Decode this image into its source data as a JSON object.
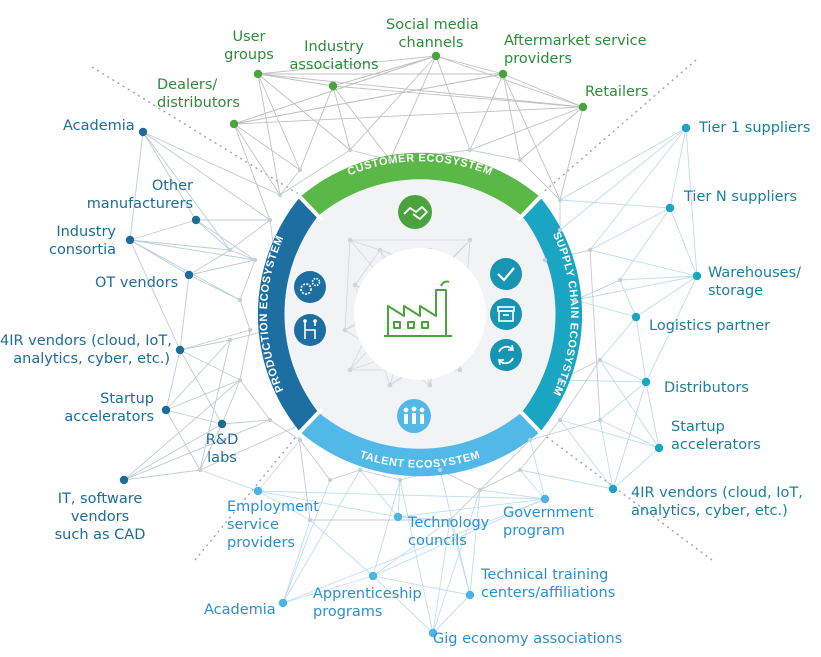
{
  "center": {
    "icon": "factory-icon"
  },
  "ring": {
    "customer": {
      "title": "CUSTOMER ECOSYSTEM",
      "color": "#5ab847",
      "icons": [
        "handshake-icon"
      ]
    },
    "supply": {
      "title": "SUPPLY CHAIN ECOSYSTEM",
      "color": "#1aa6c2",
      "icons": [
        "checkmark-icon",
        "box-icon",
        "refresh-icon"
      ]
    },
    "talent": {
      "title": "TALENT ECOSYSTEM",
      "color": "#52b8e8",
      "icons": [
        "people-icon"
      ]
    },
    "production": {
      "title": "PRODUCTION ECOSYSTEM",
      "color": "#1e6fa1",
      "icons": [
        "gears-icon",
        "circuit-icon"
      ]
    }
  },
  "customer_nodes": [
    "User\ngroups",
    "Industry\nassociations",
    "Social media\nchannels",
    "Aftermarket service\nproviders",
    "Dealers/\ndistributors",
    "Retailers"
  ],
  "production_nodes": [
    "Academia",
    "Other\nmanufacturers",
    "Industry\nconsortia",
    "OT vendors",
    "4IR vendors (cloud, IoT,\nanalytics, cyber, etc.)",
    "Startup\naccelerators",
    "R&D\nlabs",
    "IT, software\nvendors\nsuch as CAD"
  ],
  "supply_nodes": [
    "Tier 1 suppliers",
    "Tier N suppliers",
    "Warehouses/\nstorage",
    "Logistics partner",
    "Distributors",
    "Startup\naccelerators",
    "4IR vendors (cloud, IoT,\nanalytics, cyber, etc.)"
  ],
  "talent_nodes": [
    "Employment\nservice\nproviders",
    "Technology\ncouncils",
    "Government\nprogram",
    "Academia",
    "Apprenticeship\nprograms",
    "Technical training\ncenters/affiliations",
    "Gig economy associations"
  ],
  "colors": {
    "customer": "#4aa33c",
    "production": "#1d6d98",
    "supply": "#1aa6c2",
    "talent": "#4db3e6",
    "line": "#b9c3c9"
  }
}
